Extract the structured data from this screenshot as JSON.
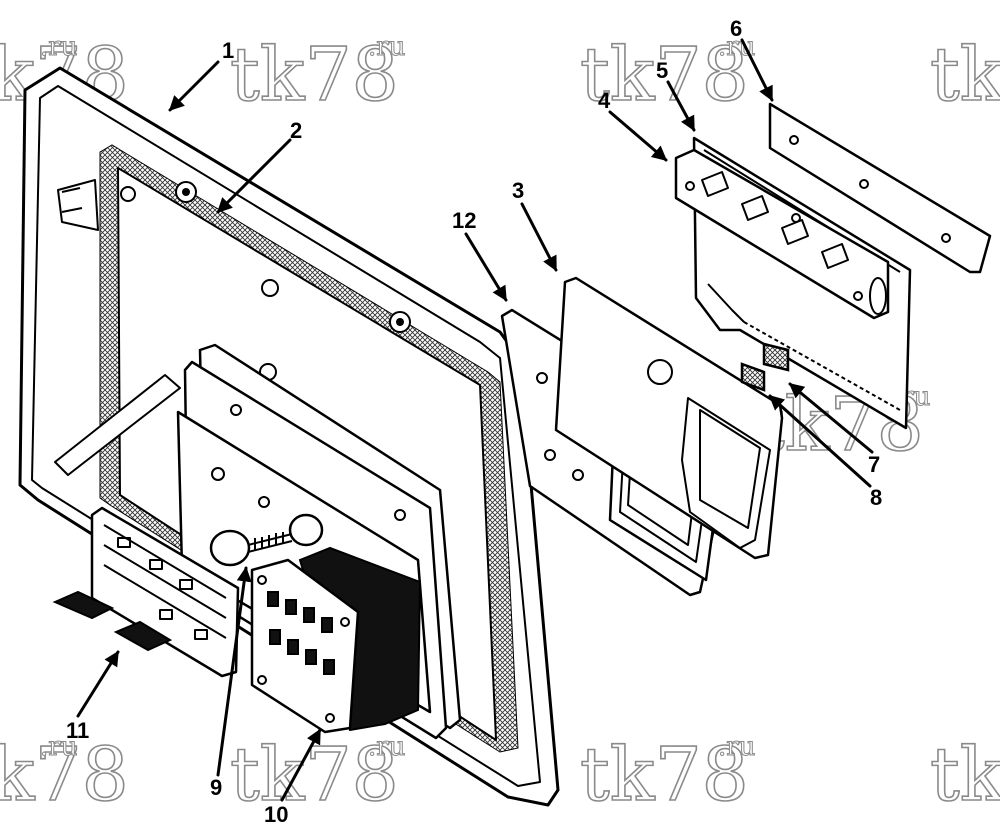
{
  "watermark": {
    "text": "tk78",
    "suffix": ".ru"
  },
  "callouts": [
    "1",
    "2",
    "3",
    "4",
    "5",
    "6",
    "7",
    "8",
    "9",
    "10",
    "11",
    "12"
  ],
  "colors": {
    "line": "#000000",
    "watermark": "#8a8a8a",
    "background": "#ffffff"
  }
}
